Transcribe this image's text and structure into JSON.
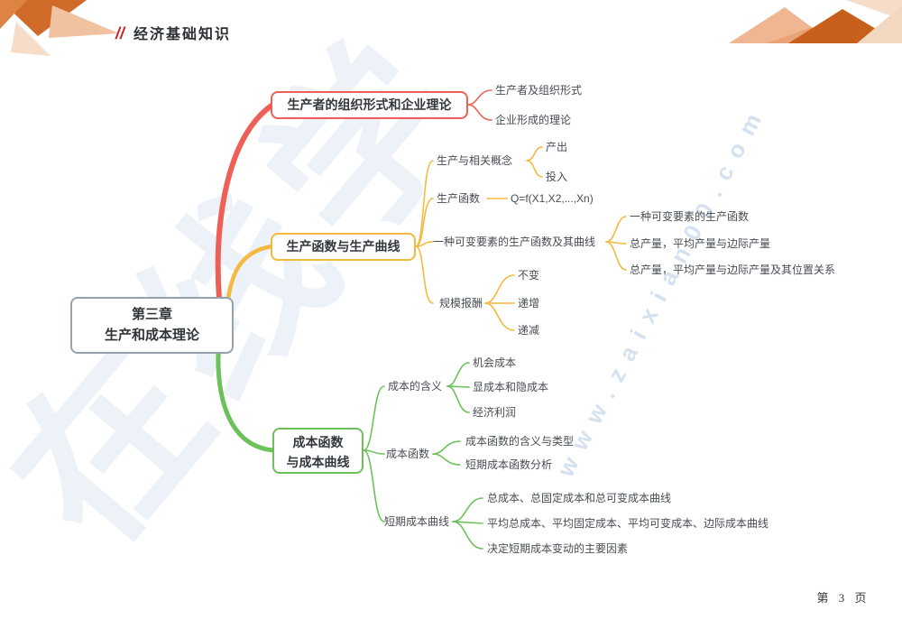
{
  "header": {
    "marks": "//",
    "title": "经济基础知识"
  },
  "footer": {
    "page_label": "第 3 页"
  },
  "watermark": {
    "glyphs": "在线学",
    "site": "www.zaixian00.com"
  },
  "colors": {
    "branch1": "#ee6057",
    "branch2": "#f6b93f",
    "branch3": "#6cc15b",
    "root_border": "#97a1ab",
    "header_accent": "#c2242b",
    "decor_dark": "#c8601c",
    "decor_light": "#efb691"
  },
  "mindmap": {
    "root": {
      "line1": "第三章",
      "line2": "生产和成本理论"
    },
    "branch1": {
      "label": "生产者的组织形式和企业理论",
      "children": [
        {
          "label": "生产者及组织形式"
        },
        {
          "label": "企业形成的理论"
        }
      ]
    },
    "branch2": {
      "label": "生产函数与生产曲线",
      "children": [
        {
          "label": "生产与相关概念",
          "children": [
            {
              "label": "产出"
            },
            {
              "label": "投入"
            }
          ]
        },
        {
          "label": "生产函数",
          "children": [
            {
              "label": "Q=f(X1,X2,...,Xn)"
            }
          ]
        },
        {
          "label": "一种可变要素的生产函数及其曲线",
          "children": [
            {
              "label": "一种可变要素的生产函数"
            },
            {
              "label": "总产量，平均产量与边际产量"
            },
            {
              "label": "总产量，平均产量与边际产量及其位置关系"
            }
          ]
        },
        {
          "label": "规模报酬",
          "children": [
            {
              "label": "不变"
            },
            {
              "label": "递增"
            },
            {
              "label": "递减"
            }
          ]
        }
      ]
    },
    "branch3": {
      "label_line1": "成本函数",
      "label_line2": "与成本曲线",
      "children": [
        {
          "label": "成本的含义",
          "children": [
            {
              "label": "机会成本"
            },
            {
              "label": "显成本和隐成本"
            },
            {
              "label": "经济利润"
            }
          ]
        },
        {
          "label": "成本函数",
          "children": [
            {
              "label": "成本函数的含义与类型"
            },
            {
              "label": "短期成本函数分析"
            }
          ]
        },
        {
          "label": "短期成本曲线",
          "children": [
            {
              "label": "总成本、总固定成本和总可变成本曲线"
            },
            {
              "label": "平均总成本、平均固定成本、平均可变成本、边际成本曲线"
            },
            {
              "label": "决定短期成本变动的主要因素"
            }
          ]
        }
      ]
    }
  }
}
